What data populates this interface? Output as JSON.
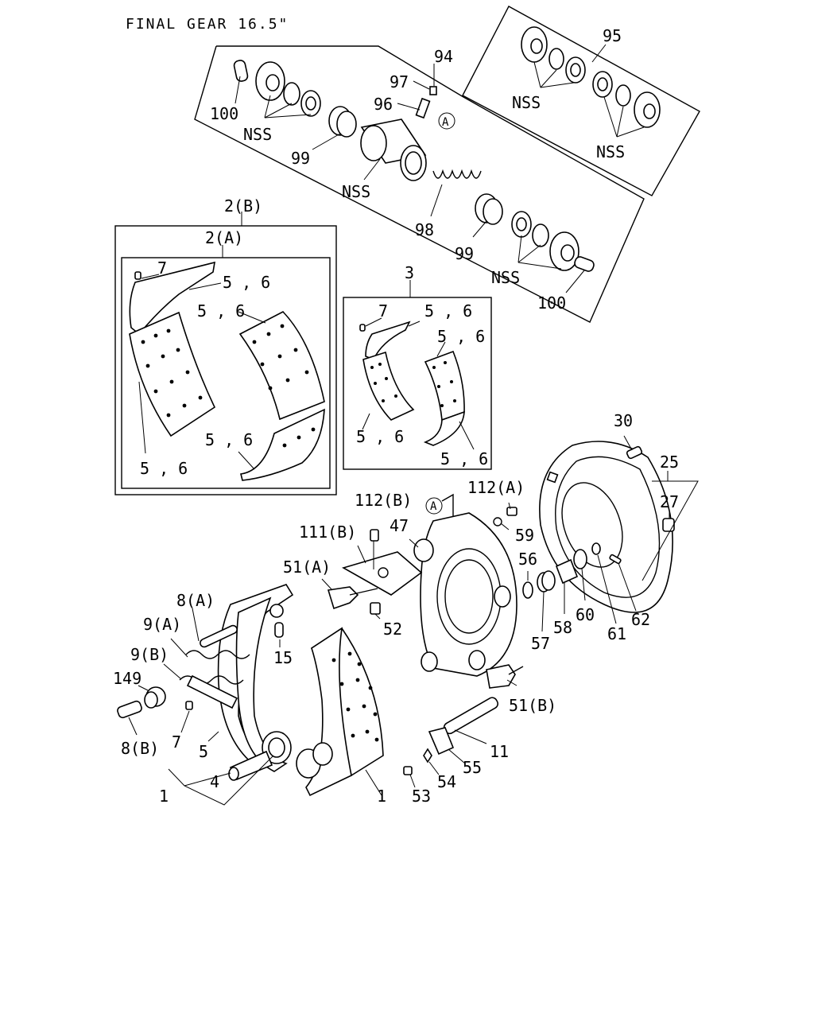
{
  "title": "FINAL GEAR 16.5\"",
  "labels": {
    "l94": "94",
    "l97": "97",
    "l96": "96",
    "lA_top": "A",
    "l100_top": "100",
    "lnss_1": "NSS",
    "l99_top": "99",
    "lnss_cyl": "NSS",
    "l98": "98",
    "l99_bot": "99",
    "lnss_2": "NSS",
    "l100_bot": "100",
    "l95": "95",
    "lnss_95a": "NSS",
    "lnss_95b": "NSS",
    "l2b": "2(B)",
    "l2a": "2(A)",
    "l7_a": "7",
    "l56_a1": "5 , 6",
    "l56_a2": "5 , 6",
    "l56_a3": "5 , 6",
    "l56_a4": "5 , 6",
    "l3": "3",
    "l7_b": "7",
    "l56_b1": "5 , 6",
    "l56_b2": "5 , 6",
    "l56_b3": "5 , 6",
    "l56_b4": "5 , 6",
    "l30": "30",
    "l25": "25",
    "l27": "27",
    "l112a": "112(A)",
    "l112b": "112(B)",
    "lA_mid": "A",
    "l111b": "111(B)",
    "l47": "47",
    "l59": "59",
    "l56": "56",
    "l51a": "51(A)",
    "l52": "52",
    "l8a": "8(A)",
    "l9a": "9(A)",
    "l9b": "9(B)",
    "l15": "15",
    "l149": "149",
    "l8b": "8(B)",
    "l7_c": "7",
    "l5": "5",
    "l4": "4",
    "l1_left": "1",
    "l1_right": "1",
    "l58": "58",
    "l60": "60",
    "l61": "61",
    "l62": "62",
    "l57": "57",
    "l51b": "51(B)",
    "l11": "11",
    "l55": "55",
    "l54": "54",
    "l53": "53"
  }
}
